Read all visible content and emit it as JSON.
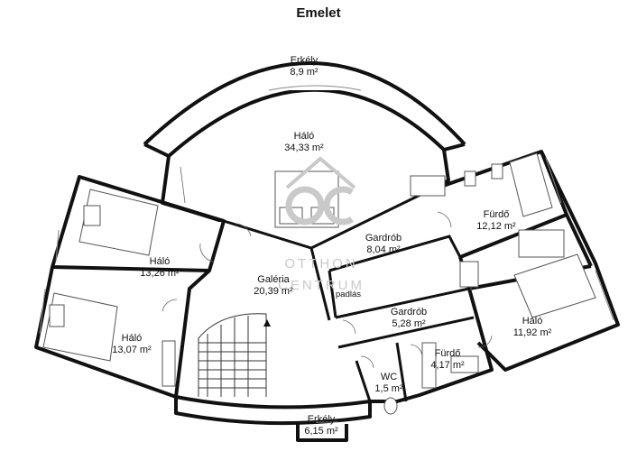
{
  "floor_title": "Emelet",
  "rooms": [
    {
      "id": "erkely-top",
      "name": "Erkély",
      "area": "8,9 m²"
    },
    {
      "id": "halo-main",
      "name": "Háló",
      "area": "34,33 m²"
    },
    {
      "id": "halo-left-top",
      "name": "Háló",
      "area": "13,26 m²"
    },
    {
      "id": "galeria",
      "name": "Galéria",
      "area": "20,39 m²"
    },
    {
      "id": "gardrob-1",
      "name": "Gardrób",
      "area": "8,04 m²"
    },
    {
      "id": "furdo-1",
      "name": "Fürdő",
      "area": "12,12 m²"
    },
    {
      "id": "halo-left-bottom",
      "name": "Háló",
      "area": "13,07 m²"
    },
    {
      "id": "gardrob-2",
      "name": "Gardrób",
      "area": "5,28 m²"
    },
    {
      "id": "halo-right",
      "name": "Háló",
      "area": "11,92 m²"
    },
    {
      "id": "furdo-2",
      "name": "Fürdő",
      "area": "4,17 m²"
    },
    {
      "id": "wc",
      "name": "WC",
      "area": "1,5 m²"
    },
    {
      "id": "erkely-bottom",
      "name": "Erkély",
      "area": "6,15 m²"
    }
  ],
  "labels": {
    "padlas": "padlás"
  },
  "watermark": {
    "mark": "OC",
    "line1": "OTTHON",
    "line2": "CENTRUM"
  }
}
